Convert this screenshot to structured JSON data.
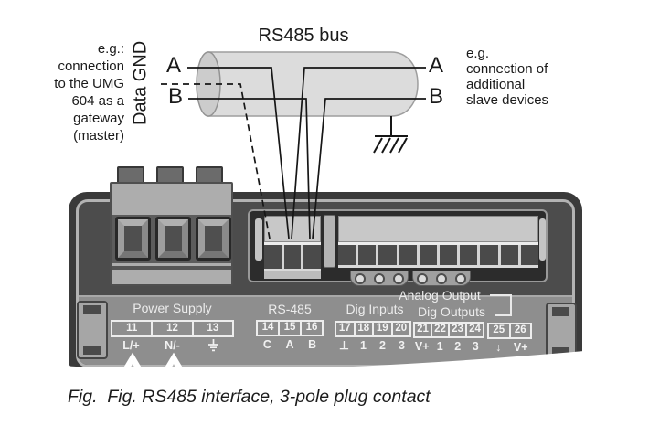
{
  "diagram": {
    "bus_title": "RS485 bus",
    "left_note": "e.g.:\nconnection\nto the UMG\n604 as a\ngateway\n(master)",
    "data_gnd_label": "Data GND",
    "right_note": "e.g.\nconnection of\nadditional\nslave devices",
    "wire_labels": {
      "left_a": "A",
      "left_b": "B",
      "right_a": "A",
      "right_b": "B"
    }
  },
  "device": {
    "power_supply": {
      "title": "Power Supply",
      "terminals": [
        "11",
        "12",
        "13"
      ],
      "sublabels": [
        "L/+",
        "N/-",
        "⏚"
      ]
    },
    "rs485": {
      "title": "RS-485",
      "terminals": [
        "14",
        "15",
        "16"
      ],
      "sublabels": [
        "C",
        "A",
        "B"
      ]
    },
    "dig_inputs": {
      "title": "Dig Inputs",
      "terminals": [
        "17",
        "18",
        "19",
        "20"
      ],
      "sublabels": [
        "⊥",
        "1",
        "2",
        "3"
      ]
    },
    "dig_outputs": {
      "title": "Dig Outputs",
      "terminals": [
        "21",
        "22",
        "23",
        "24"
      ],
      "sublabels": [
        "V+",
        "1",
        "2",
        "3"
      ]
    },
    "analog_output": {
      "title": "Analog Output",
      "terminals": [
        "25",
        "26"
      ],
      "sublabels": [
        "↓",
        "V+"
      ]
    }
  },
  "caption": "Fig.  Fig. RS485 interface, 3-pole plug contact",
  "colors": {
    "wire": "#161616",
    "cable_fill": "#dcdcdc",
    "cable_stroke": "#9e9e9e",
    "device_body": "#3a3a3a",
    "device_panel": "#4c4c4c",
    "label_panel": "#8e8e8e",
    "panel_text": "#efefef"
  }
}
